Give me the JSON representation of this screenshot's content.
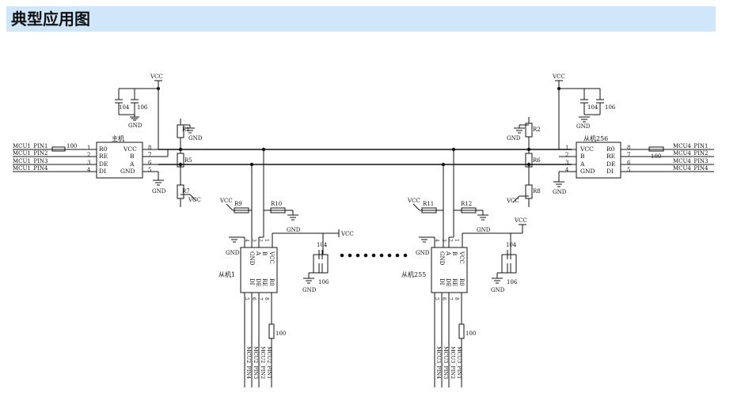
{
  "title": "典型应用图",
  "labels": {
    "vcc": "VCC",
    "gnd": "GND",
    "cap104": "104",
    "cap106": "106",
    "res100": "100"
  },
  "master": {
    "name": "主机",
    "left_pins": [
      "R0",
      "RE",
      "DE",
      "DI"
    ],
    "right_pins": [
      "VCC",
      "B",
      "A",
      "GND"
    ],
    "left_nums": [
      "1",
      "2",
      "3",
      "4"
    ],
    "right_nums": [
      "8",
      "7",
      "6",
      "5"
    ],
    "signals": [
      "MCU1_PIN1",
      "MCU1_PIN2",
      "MCU1_PIN3",
      "MCU1_PIN4"
    ]
  },
  "slave256": {
    "name": "从机256",
    "left_pins": [
      "VCC",
      "B",
      "A",
      "GND"
    ],
    "right_pins": [
      "R0",
      "RE",
      "DE",
      "DI"
    ],
    "left_nums": [
      "1",
      "2",
      "3",
      "4"
    ],
    "right_nums": [
      "8",
      "7",
      "6",
      "5"
    ],
    "signals": [
      "MCU4_PIN1",
      "MCU4_PIN2",
      "MCU4_PIN3",
      "MCU4_PIN4"
    ]
  },
  "slave1": {
    "name": "从机1",
    "top_pins": [
      "GND",
      "A",
      "B",
      "VCC"
    ],
    "bottom_pins": [
      "DI",
      "DE",
      "RE",
      "R0"
    ],
    "top_nums": [
      "4",
      "3",
      "2",
      "1"
    ],
    "bottom_nums": [
      "5",
      "6",
      "7",
      "8"
    ],
    "signals": [
      "MCU2_PIN4",
      "MCU2_PIN3",
      "MCU2_PIN2",
      "MCU2_PIN1"
    ]
  },
  "slave255": {
    "name": "从机255",
    "top_pins": [
      "GND",
      "A",
      "B",
      "VCC"
    ],
    "bottom_pins": [
      "DI",
      "DE",
      "RE",
      "R0"
    ],
    "top_nums": [
      "4",
      "3",
      "2",
      "1"
    ],
    "bottom_nums": [
      "5",
      "6",
      "7",
      "8"
    ],
    "signals": [
      "MCU3_PIN4",
      "MCU3_PIN3",
      "MCU3_PIN2",
      "MCU3_PIN1"
    ]
  },
  "resistors": [
    "R1",
    "R2",
    "R5",
    "R6",
    "R7",
    "R8",
    "R9",
    "R10",
    "R11",
    "R12"
  ]
}
